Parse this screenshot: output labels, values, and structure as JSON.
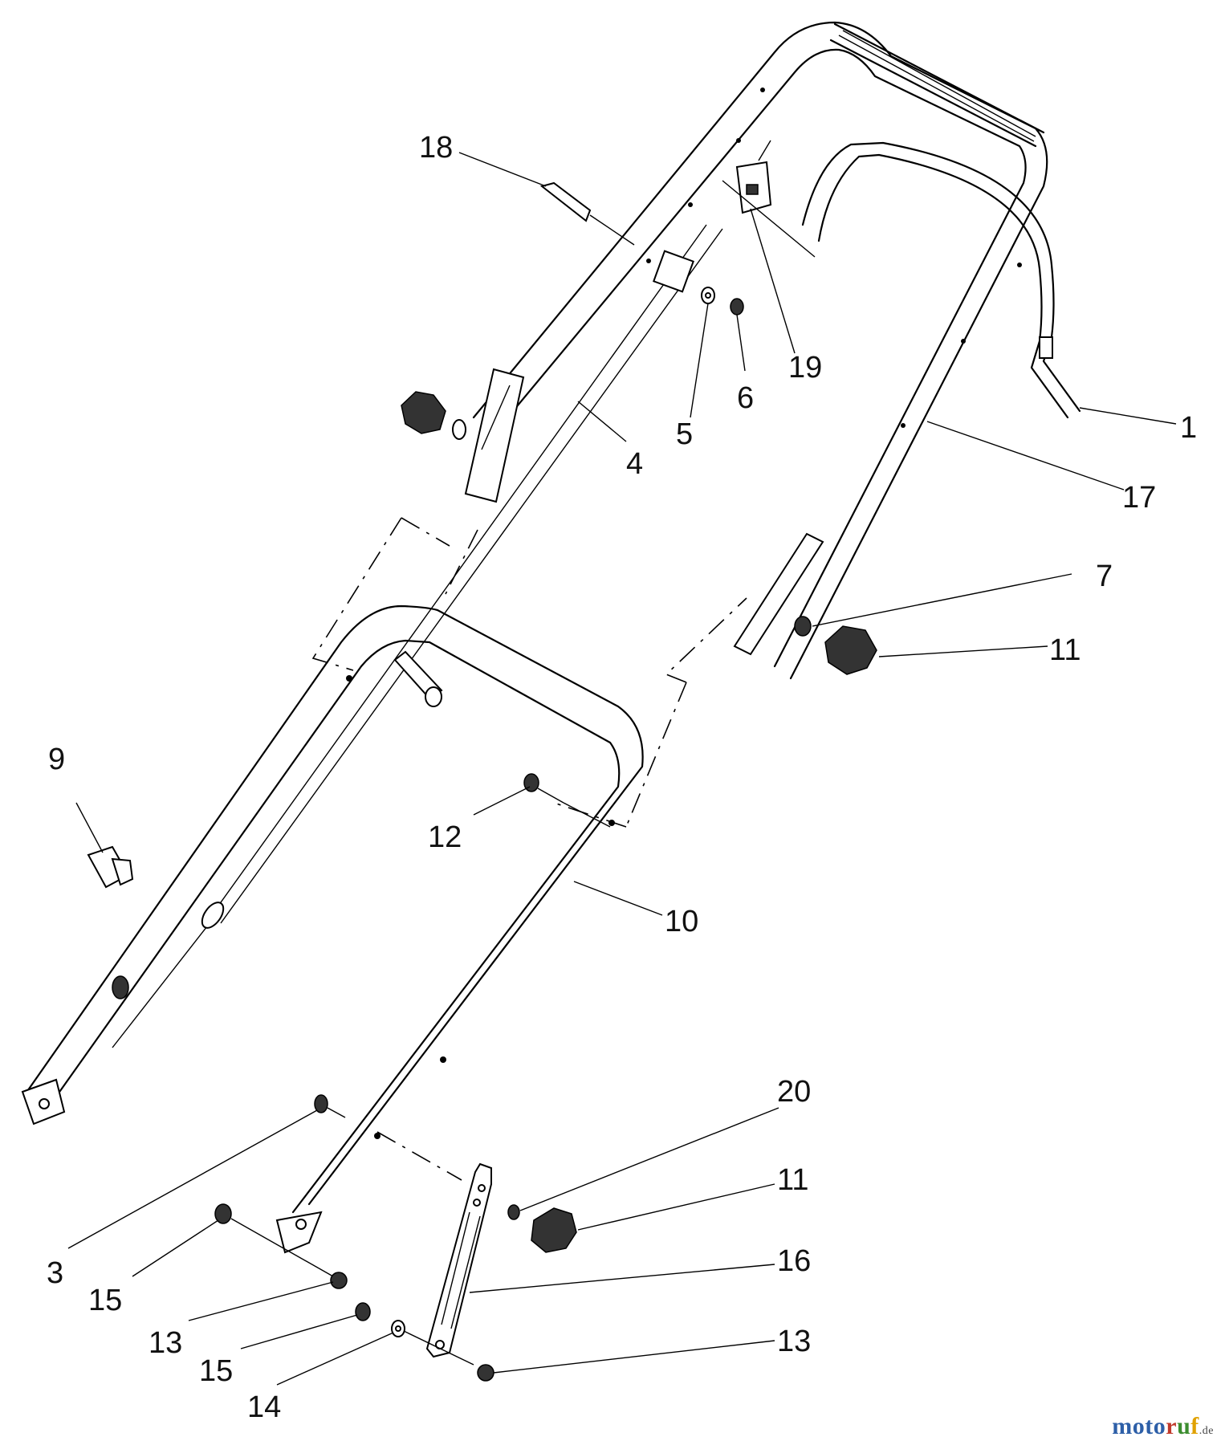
{
  "diagram": {
    "callouts": [
      "1",
      "3",
      "4",
      "5",
      "6",
      "7",
      "9",
      "10",
      "11",
      "11",
      "12",
      "13",
      "13",
      "14",
      "15",
      "15",
      "16",
      "17",
      "18",
      "19",
      "20"
    ]
  },
  "watermark": {
    "text": "motoruf",
    "suffix": ".de"
  }
}
